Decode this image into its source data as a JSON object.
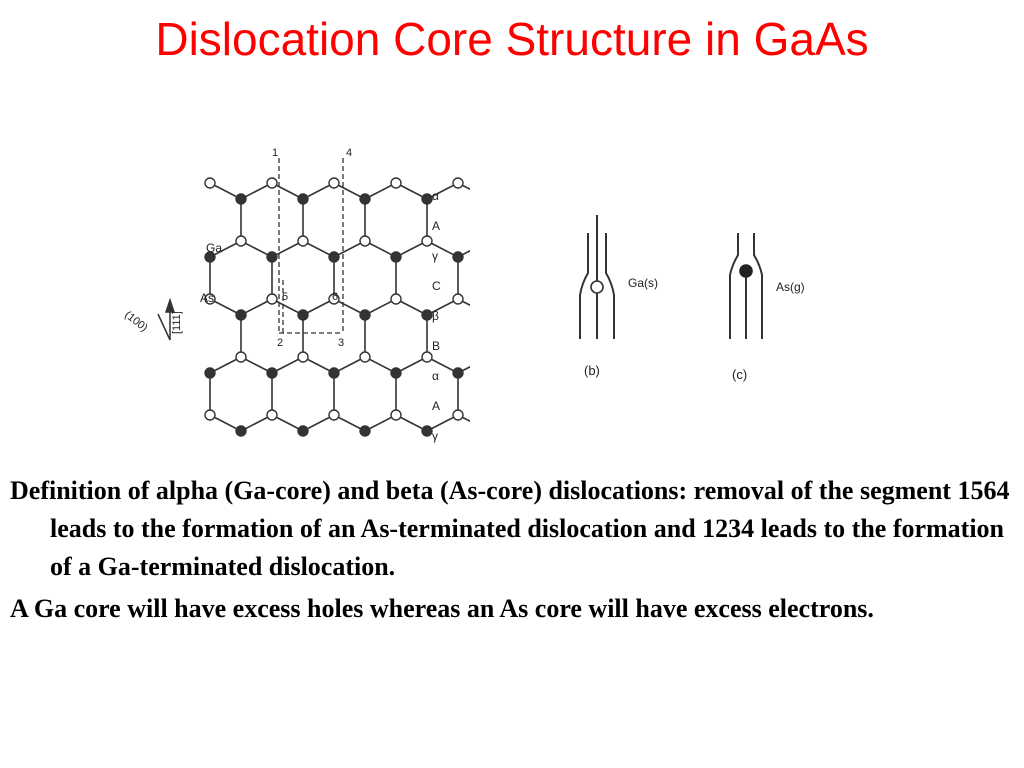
{
  "title": "Dislocation Core Structure in GaAs",
  "lattice": {
    "column_labels": [
      "1",
      "4"
    ],
    "site_labels": [
      "5",
      "6",
      "2",
      "3"
    ],
    "species_labels": [
      "Ga",
      "As"
    ],
    "axis_labels": [
      "(100)",
      "[111]"
    ],
    "layer_labels": [
      "α",
      "A",
      "γ",
      "C",
      "β",
      "B",
      "α",
      "A",
      "γ"
    ]
  },
  "panel_b": {
    "label": "Ga(s)",
    "caption": "(b)"
  },
  "panel_c": {
    "label": "As(g)",
    "caption": "(c)"
  },
  "paragraphs": [
    "Definition of alpha (Ga-core) and beta (As-core) dislocations: removal of the segment 1564 leads to the formation of an As-terminated dislocation and 1234 leads to the formation of a Ga-terminated dislocation.",
    "A Ga core will have excess holes whereas an As core will have excess electrons."
  ]
}
